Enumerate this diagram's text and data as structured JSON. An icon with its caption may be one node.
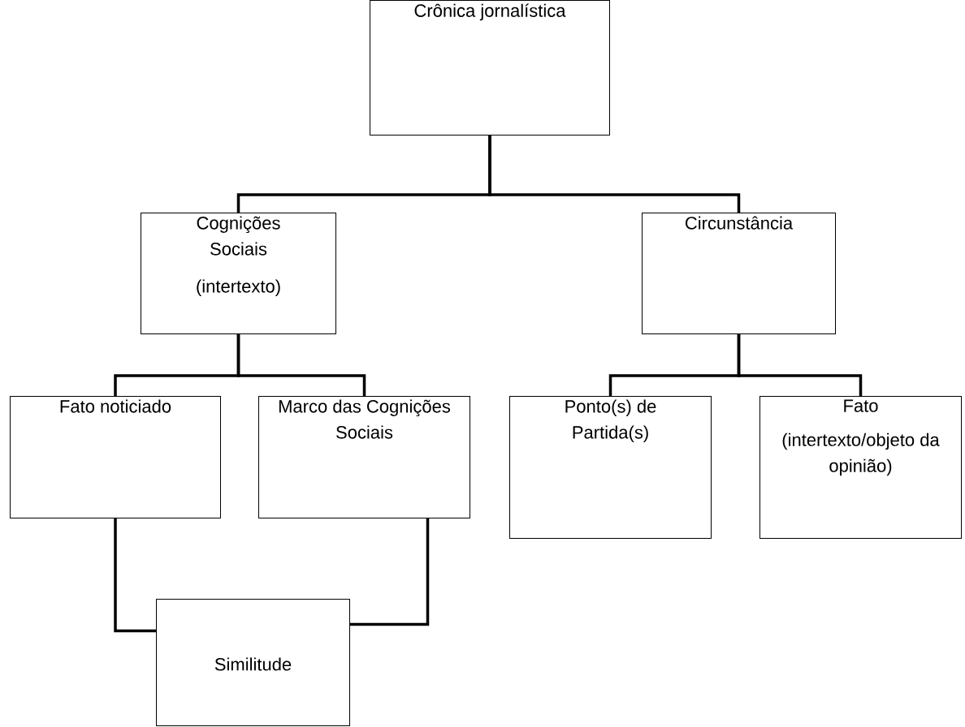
{
  "diagram": {
    "nodes": [
      {
        "text": [
          "Crônica jornalística"
        ]
      },
      {
        "text": [
          "Cognições Sociais",
          "(intertexto)"
        ]
      },
      {
        "text": [
          "Circunstância"
        ]
      },
      {
        "text": [
          "Fato noticiado"
        ]
      },
      {
        "text": [
          "Marco das Cognições Sociais"
        ]
      },
      {
        "text": [
          "Ponto(s) de Partida(s)"
        ]
      },
      {
        "text": [
          "Fato",
          "(intertexto/objeto da opinião)"
        ]
      },
      {
        "text": [
          "Similitude"
        ]
      }
    ],
    "edges": [
      {
        "from": 0,
        "to": 1,
        "arrow": "none"
      },
      {
        "from": 0,
        "to": 2,
        "arrow": "none"
      },
      {
        "from": 1,
        "to": 3,
        "arrow": "none"
      },
      {
        "from": 1,
        "to": 4,
        "arrow": "none"
      },
      {
        "from": 2,
        "to": 5,
        "arrow": "none"
      },
      {
        "from": 2,
        "to": 6,
        "arrow": "none"
      },
      {
        "from": 3,
        "to": 7,
        "arrow": "none"
      },
      {
        "from": 4,
        "to": 7,
        "arrow": "none"
      }
    ]
  }
}
